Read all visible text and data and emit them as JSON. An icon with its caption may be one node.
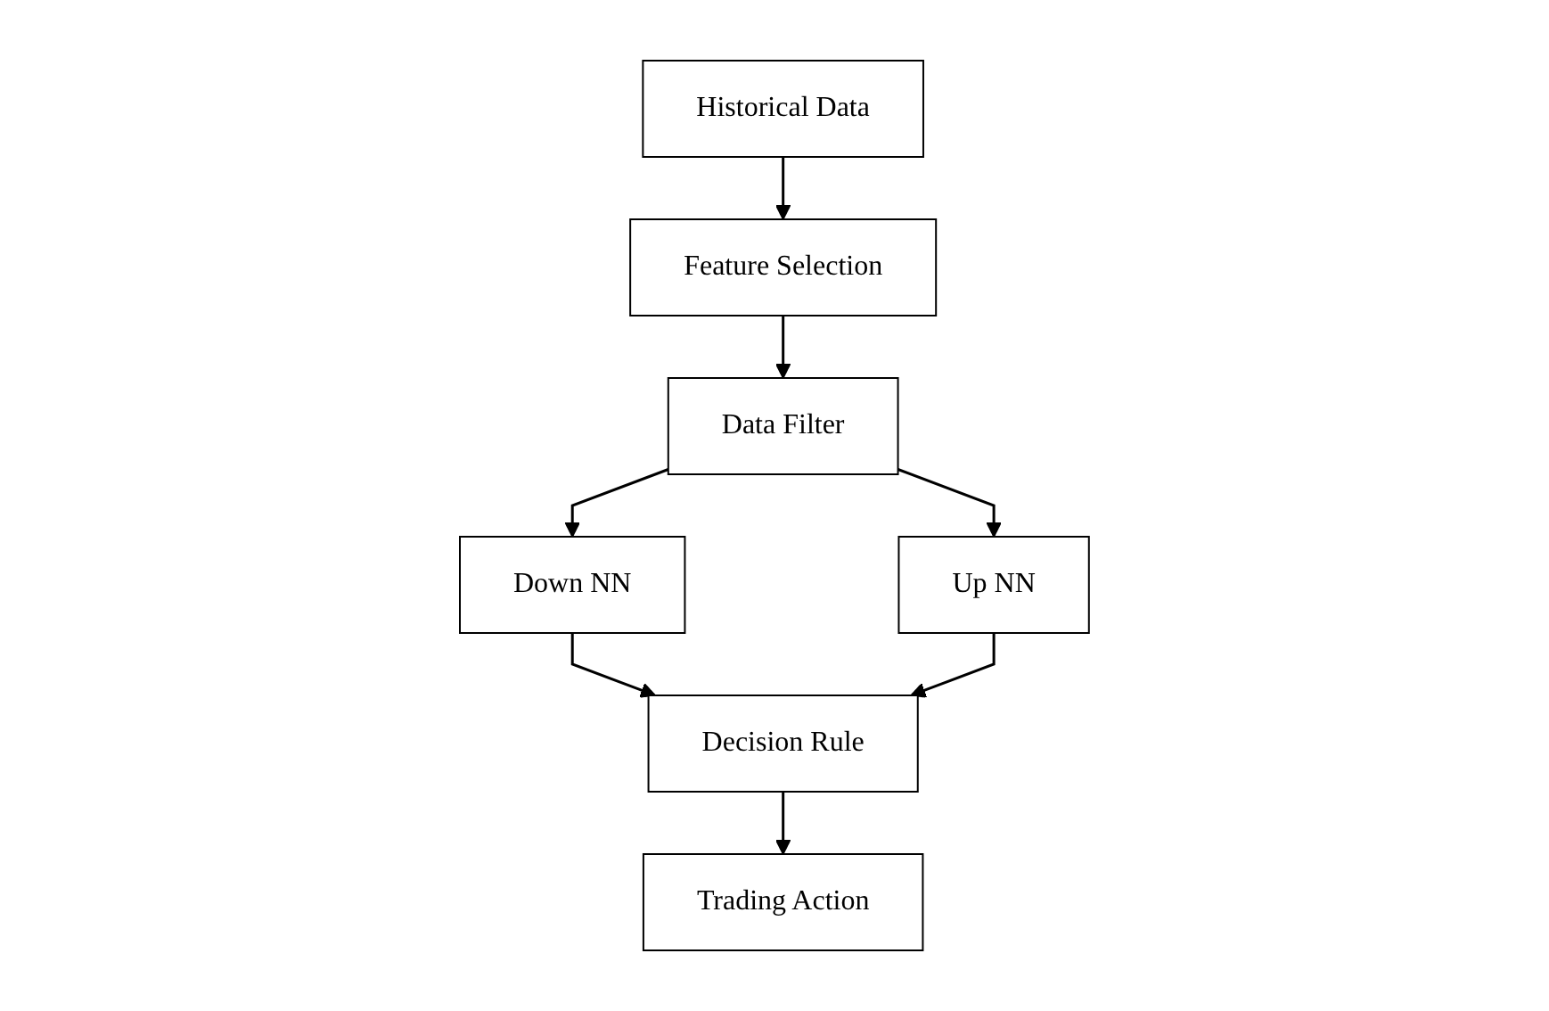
{
  "diagram": {
    "nodes": [
      {
        "text": [
          "Historical Data"
        ]
      },
      {
        "text": [
          "Feature Selection"
        ]
      },
      {
        "text": [
          "Data Filter"
        ]
      },
      {
        "text": [
          "Down NN"
        ]
      },
      {
        "text": [
          "Up NN"
        ]
      },
      {
        "text": [
          "Decision Rule"
        ]
      },
      {
        "text": [
          "Trading Action"
        ]
      }
    ],
    "edges": [
      {
        "from": 0,
        "to": 1,
        "arrow": "to"
      },
      {
        "from": 1,
        "to": 2,
        "arrow": "to"
      },
      {
        "from": 2,
        "to": 3,
        "arrow": "to"
      },
      {
        "from": 2,
        "to": 4,
        "arrow": "to"
      },
      {
        "from": 3,
        "to": 5,
        "arrow": "to"
      },
      {
        "from": 4,
        "to": 5,
        "arrow": "to"
      },
      {
        "from": 5,
        "to": 6,
        "arrow": "to"
      }
    ]
  }
}
